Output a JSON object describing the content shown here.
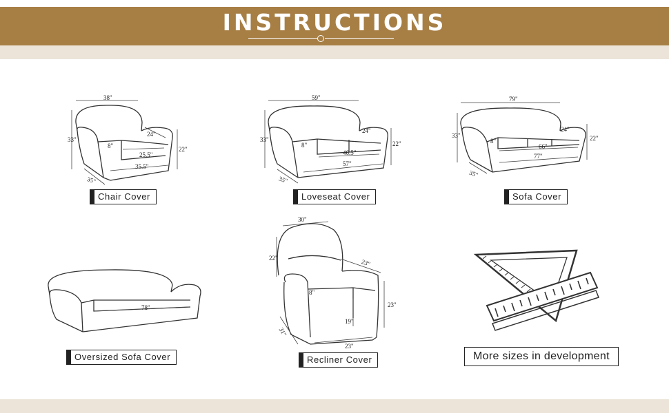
{
  "header": {
    "title": "INSTRUCTIONS"
  },
  "items": [
    {
      "name": "Chair Cover",
      "dims": {
        "back_width": "38\"",
        "height": "33\"",
        "arm_height": "22\"",
        "depth": "35\"",
        "seat_depth": "24\"",
        "seat_width": "25.5\"",
        "inner_width": "35.5\"",
        "arm": "8\""
      }
    },
    {
      "name": "Loveseat Cover",
      "dims": {
        "back_width": "59\"",
        "height": "33\"",
        "arm_height": "22\"",
        "depth": "35\"",
        "seat_depth": "24\"",
        "seat_width": "46.5\"",
        "inner_width": "57\"",
        "arm": "8\""
      }
    },
    {
      "name": "Sofa Cover",
      "dims": {
        "back_width": "79\"",
        "height": "33\"",
        "arm_height": "22\"",
        "depth": "35\"",
        "seat_depth": "24\"",
        "seat_width": "66\"",
        "inner_width": "77\"",
        "arm": "8\""
      }
    },
    {
      "name": "Oversized Sofa Cover",
      "dims": {
        "seat_width": "78\""
      }
    },
    {
      "name": "Recliner Cover",
      "dims": {
        "back_width": "30\"",
        "back_height": "22\"",
        "arm_depth": "23\"",
        "arm": "8\"",
        "seat_height": "19\"",
        "height": "23\"",
        "front_width": "23\"",
        "depth": "31\""
      }
    },
    {
      "name": "More sizes in development"
    }
  ]
}
